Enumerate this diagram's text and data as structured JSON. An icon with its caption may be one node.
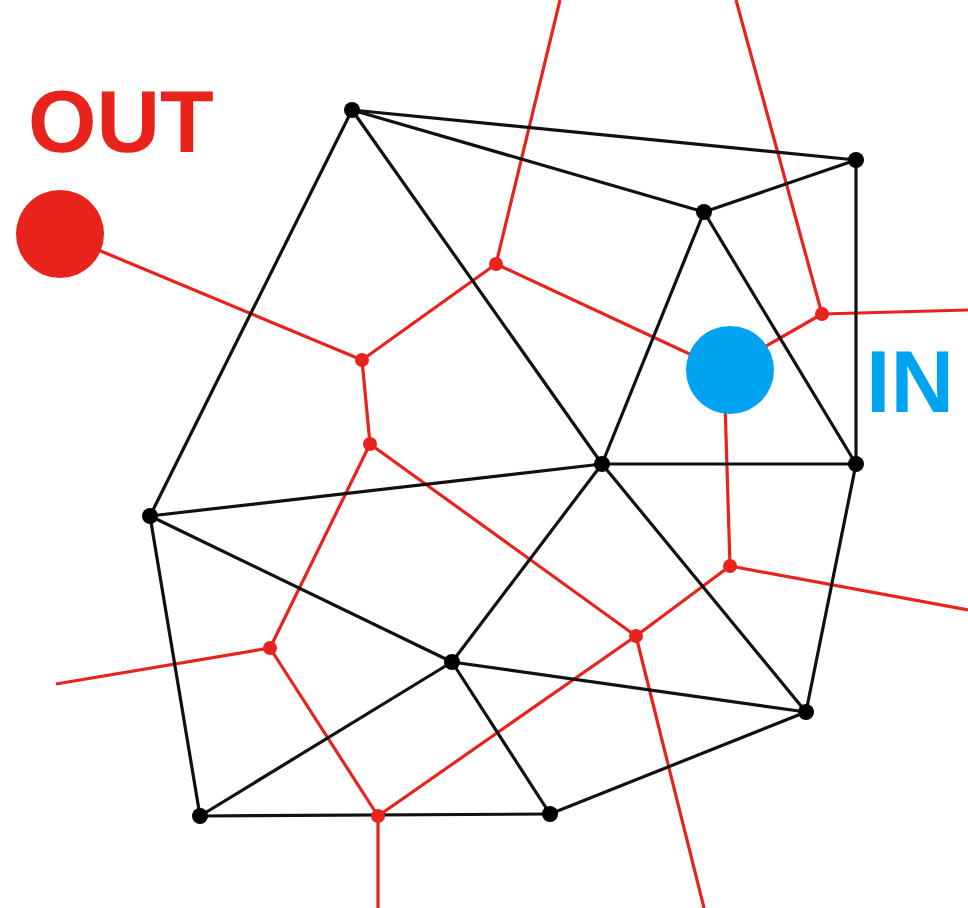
{
  "diagram": {
    "nodes": [
      {
        "text": [],
        "shape": "circle",
        "beside": [
          "OUT"
        ]
      },
      {
        "text": [],
        "shape": "circle",
        "beside": [
          "IN"
        ]
      }
    ]
  }
}
